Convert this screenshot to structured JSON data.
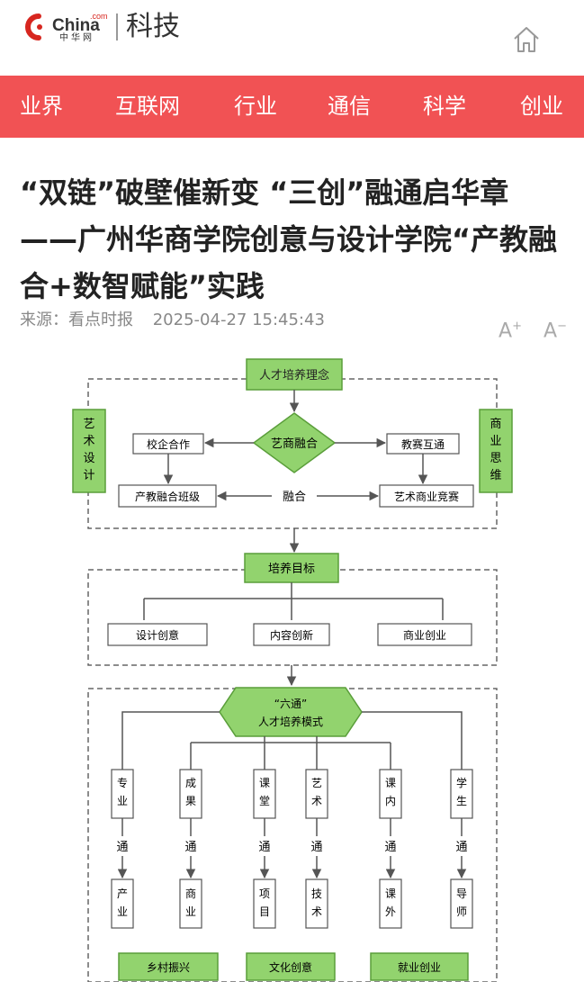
{
  "header": {
    "logo": {
      "brand": "China",
      "dotcom": ".com",
      "cn": "中华网"
    },
    "channel": "科技",
    "home_icon": "home-icon"
  },
  "nav": {
    "items": [
      "业界",
      "互联网",
      "行业",
      "通信",
      "科学",
      "创业"
    ]
  },
  "article": {
    "title": "“双链”破壁催新变 “三创”融通启华章 ——广州华商学院创意与设计学院“产教融合+数智赋能”实践",
    "source": "来源：看点时报",
    "datetime": "2025-04-27 15:45:43",
    "font_up": "A",
    "font_up_sup": "+",
    "font_down": "A",
    "font_down_sup": "−"
  },
  "diagram": {
    "top_box": "人才培养理念",
    "left_side": [
      "艺",
      "术",
      "设",
      "计"
    ],
    "right_side": [
      "商",
      "业",
      "思",
      "维"
    ],
    "diamond": "艺商融合",
    "left_mid": "校企合作",
    "right_mid": "教赛互通",
    "left_bottom": "产教融合班级",
    "right_bottom": "艺术商业竞赛",
    "fusion": "融合",
    "goal_box": "培养目标",
    "goals": [
      "设计创意",
      "内容创新",
      "商业创业"
    ],
    "mode_top": "“六通”",
    "mode_bottom": "人才培养模式",
    "connector": "通",
    "columns": [
      {
        "top": [
          "专",
          "业"
        ],
        "bottom": [
          "产",
          "业"
        ]
      },
      {
        "top": [
          "成",
          "果"
        ],
        "bottom": [
          "商",
          "业"
        ]
      },
      {
        "top": [
          "课",
          "堂"
        ],
        "bottom": [
          "项",
          "目"
        ]
      },
      {
        "top": [
          "艺",
          "术"
        ],
        "bottom": [
          "技",
          "术"
        ]
      },
      {
        "top": [
          "课",
          "内"
        ],
        "bottom": [
          "课",
          "外"
        ]
      },
      {
        "top": [
          "学",
          "生"
        ],
        "bottom": [
          "导",
          "师"
        ]
      }
    ],
    "outcomes": [
      "乡村振兴",
      "文化创意",
      "就业创业"
    ],
    "colors": {
      "green_fill": "#92d36e",
      "green_stroke": "#5a9e3a",
      "box_fill": "#ffffff",
      "line": "#555555",
      "dash": "#666666"
    }
  }
}
